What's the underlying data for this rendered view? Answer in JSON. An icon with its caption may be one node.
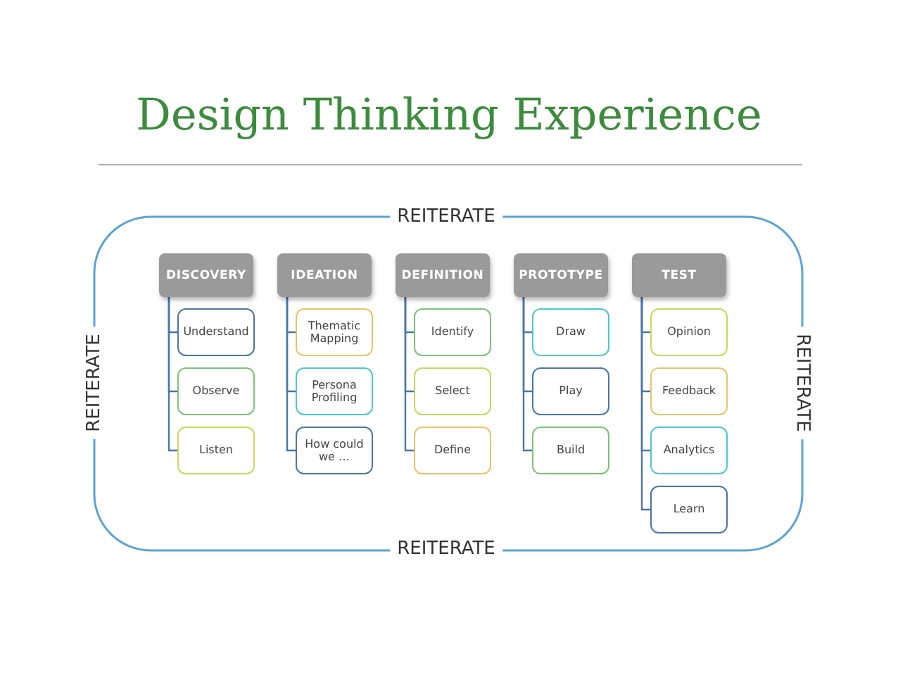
{
  "diagram": {
    "title": "Design Thinking Experience",
    "nodes": [
      {
        "text": [
          "DISCOVERY"
        ]
      },
      {
        "text": [
          "Understand"
        ]
      },
      {
        "text": [
          "Observe"
        ]
      },
      {
        "text": [
          "Listen"
        ]
      },
      {
        "text": [
          "IDEATION"
        ]
      },
      {
        "text": [
          "Thematic Mapping"
        ]
      },
      {
        "text": [
          "Persona Profiling"
        ]
      },
      {
        "text": [
          "How could we …"
        ]
      },
      {
        "text": [
          "DEFINITION"
        ]
      },
      {
        "text": [
          "Identify"
        ]
      },
      {
        "text": [
          "Select"
        ]
      },
      {
        "text": [
          "Define"
        ]
      },
      {
        "text": [
          "PROTOTYPE"
        ]
      },
      {
        "text": [
          "Draw"
        ]
      },
      {
        "text": [
          "Play"
        ]
      },
      {
        "text": [
          "Build"
        ]
      },
      {
        "text": [
          "TEST"
        ]
      },
      {
        "text": [
          "Opinion"
        ]
      },
      {
        "text": [
          "Feedback"
        ]
      },
      {
        "text": [
          "Analytics"
        ]
      },
      {
        "text": [
          "Learn"
        ]
      }
    ],
    "edges": [
      {
        "from": 0,
        "to": 1,
        "arrow": "none"
      },
      {
        "from": 0,
        "to": 2,
        "arrow": "none"
      },
      {
        "from": 0,
        "to": 3,
        "arrow": "none"
      },
      {
        "from": 4,
        "to": 5,
        "arrow": "none"
      },
      {
        "from": 4,
        "to": 6,
        "arrow": "none"
      },
      {
        "from": 4,
        "to": 7,
        "arrow": "none"
      },
      {
        "from": 8,
        "to": 9,
        "arrow": "none"
      },
      {
        "from": 8,
        "to": 10,
        "arrow": "none"
      },
      {
        "from": 8,
        "to": 11,
        "arrow": "none"
      },
      {
        "from": 12,
        "to": 13,
        "arrow": "none"
      },
      {
        "from": 12,
        "to": 14,
        "arrow": "none"
      },
      {
        "from": 12,
        "to": 15,
        "arrow": "none"
      },
      {
        "from": 16,
        "to": 17,
        "arrow": "none"
      },
      {
        "from": 16,
        "to": 18,
        "arrow": "none"
      },
      {
        "from": 16,
        "to": 19,
        "arrow": "none"
      },
      {
        "from": 16,
        "to": 20,
        "arrow": "none"
      }
    ],
    "labels": [
      "REITERATE",
      "REITERATE",
      "REITERATE",
      "REITERATE"
    ]
  }
}
